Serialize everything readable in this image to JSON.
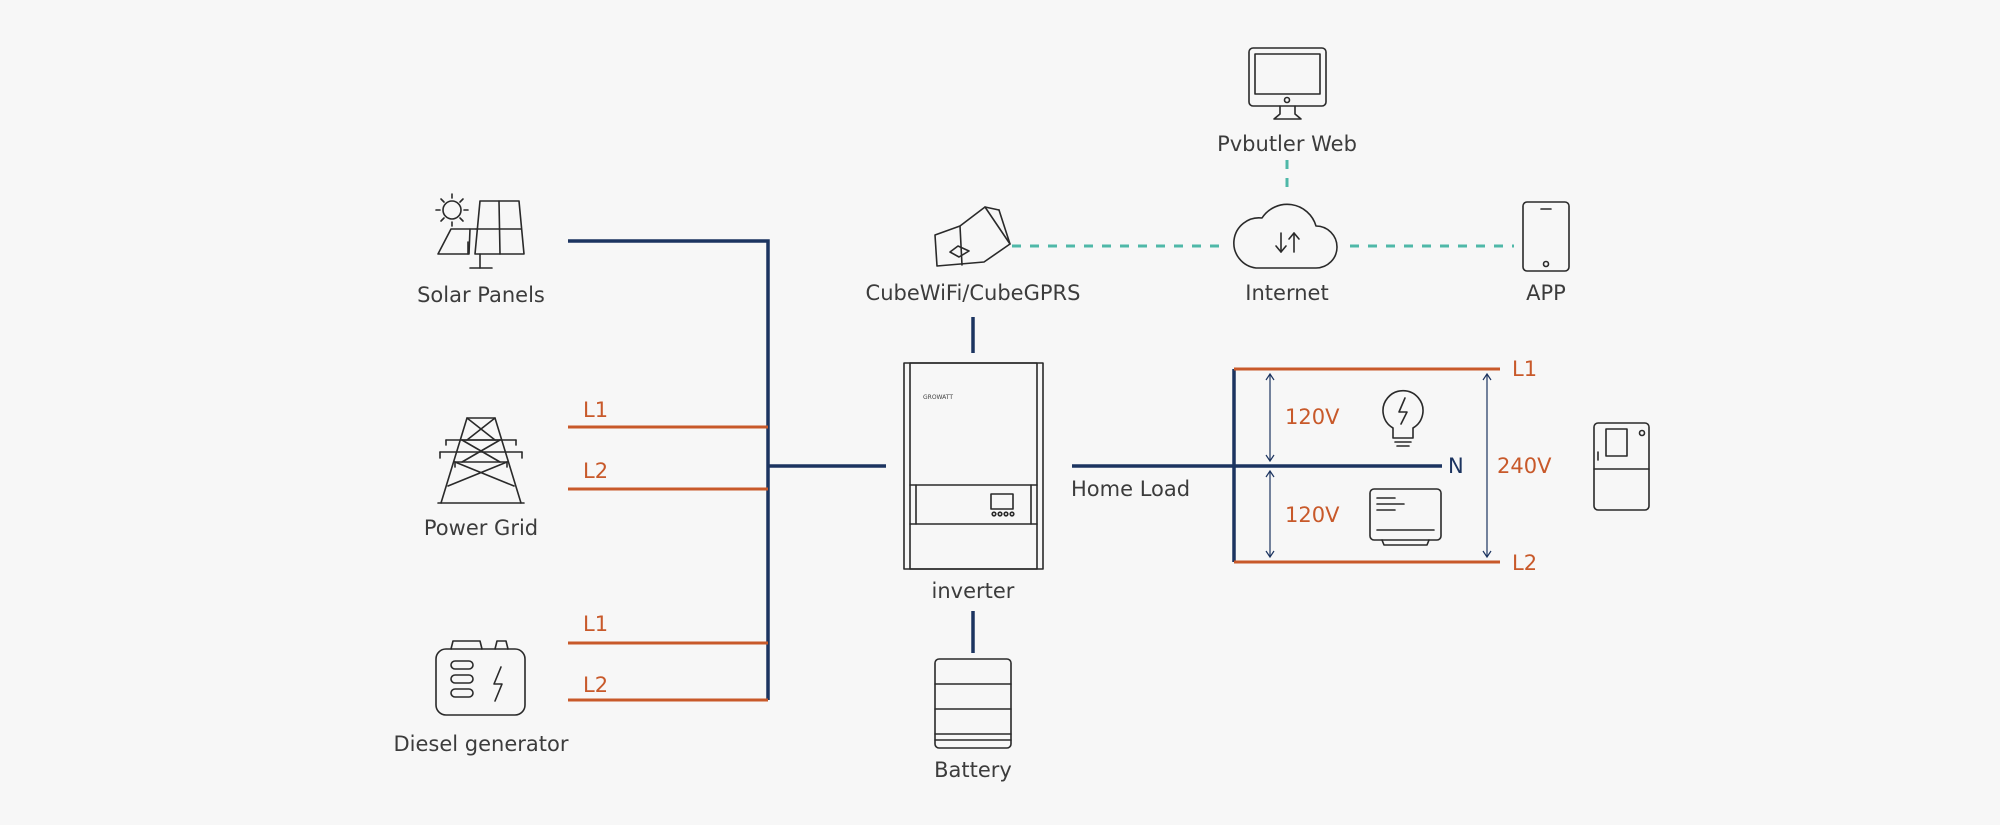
{
  "labels": {
    "solar": "Solar Panels",
    "grid": "Power Grid",
    "diesel": "Diesel generator",
    "cube": "CubeWiFi/CubeGPRS",
    "inverter": "inverter",
    "battery": "Battery",
    "web": "Pvbutler Web",
    "internet": "Internet",
    "app": "APP",
    "home_load": "Home Load",
    "grid_l1": "L1",
    "grid_l2": "L2",
    "gen_l1": "L1",
    "gen_l2": "L2",
    "load_l1": "L1",
    "load_l2": "L2",
    "neutral": "N",
    "v_upper": "120V",
    "v_lower": "120V",
    "v_total": "240V",
    "brand": "GROWATT"
  },
  "colors": {
    "navy": "#1c3460",
    "orange": "#c8592a",
    "teal": "#4fb8a8",
    "icon": "#2a2a2a",
    "background": "#f7f7f7"
  },
  "icons": [
    "sun-icon",
    "solar-panel-icon",
    "pylon-icon",
    "generator-icon",
    "wifi-dongle-icon",
    "inverter-icon",
    "battery-icon",
    "monitor-icon",
    "cloud-icon",
    "phone-icon",
    "bulb-icon",
    "ac-unit-icon",
    "fridge-icon"
  ]
}
